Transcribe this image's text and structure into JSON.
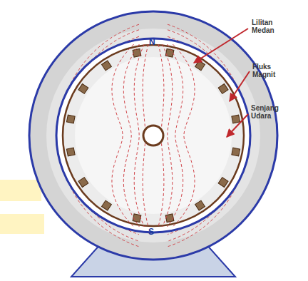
{
  "diagram": {
    "labels": [
      "N",
      "S",
      "Lilitan Medan",
      "Fluks Magnit",
      "Senjang Udara"
    ]
  }
}
